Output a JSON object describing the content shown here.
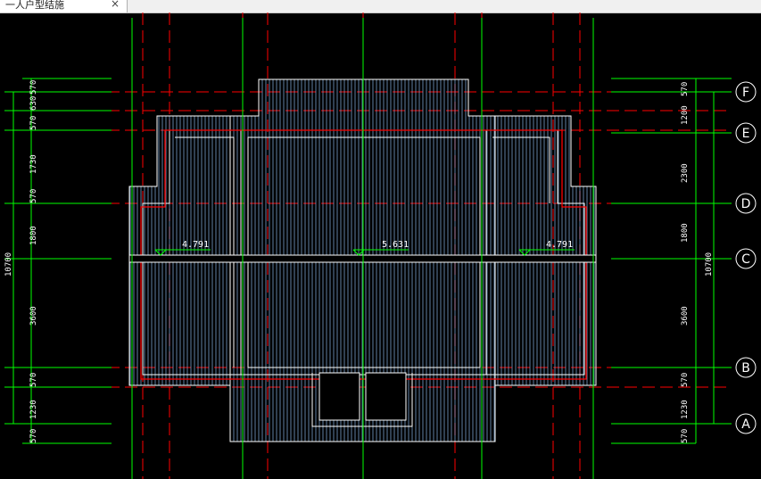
{
  "tab": {
    "title": "一人户型结施",
    "close_glyph": "×"
  },
  "axes": [
    "F",
    "E",
    "D",
    "C",
    "B",
    "A"
  ],
  "left_dims": {
    "segments": [
      "570",
      "630",
      "570",
      "1730",
      "570",
      "1800",
      "3600",
      "570",
      "1230",
      "570"
    ],
    "total": "10700"
  },
  "right_dims": {
    "segments": [
      "570",
      "1200",
      "2300",
      "1800",
      "3600",
      "570",
      "1230",
      "570"
    ],
    "total": "10700"
  },
  "elevations": [
    "4.791",
    "5.631",
    "4.791"
  ],
  "colors": {
    "background": "#000000",
    "grid_red": "#ff0000",
    "dim_green": "#00ff00",
    "hatch": "#88b8e8",
    "outline": "#ffffff"
  }
}
